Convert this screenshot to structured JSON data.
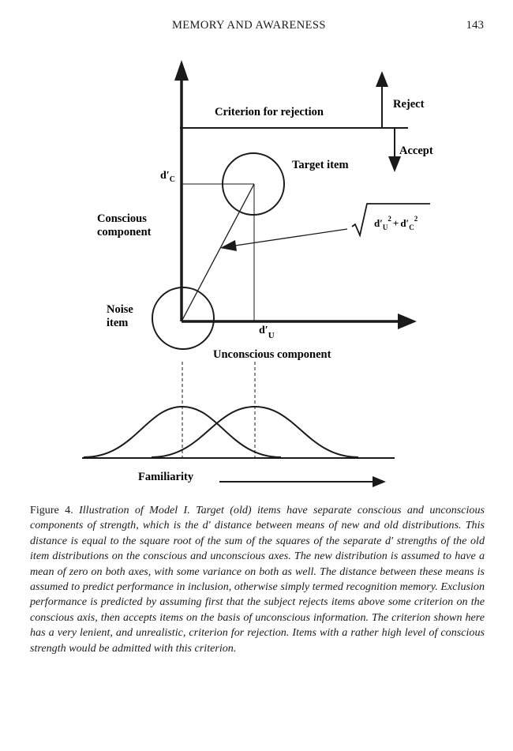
{
  "header": {
    "running_title": "MEMORY AND AWARENESS",
    "page_number": "143"
  },
  "figure": {
    "labels": {
      "criterion": "Criterion for rejection",
      "reject": "Reject",
      "accept": "Accept",
      "target_item": "Target item",
      "conscious_line1": "Conscious",
      "conscious_line2": "component",
      "noise_line1": "Noise",
      "noise_line2": "item",
      "unconscious": "Unconscious component",
      "familiarity": "Familiarity",
      "d_prime": "d′",
      "sub_c": "C",
      "sub_u": "U",
      "sup_2": "2",
      "plus": "+"
    }
  },
  "caption": {
    "label": "Figure 4.",
    "text": "Illustration of Model I. Target (old) items have separate conscious and unconscious components of strength, which is the d′ distance between means of new and old distributions. This distance is equal to the square root of the sum of the squares of the separate d′ strengths of the old item distributions on the conscious and unconscious axes. The new distribution is assumed to have a mean of zero on both axes, with some variance on both as well. The distance between these means is assumed to predict performance in inclusion, otherwise simply termed recognition memory. Exclusion performance is predicted by assuming first that the subject rejects items above some criterion on the conscious axis, then accepts items on the basis of unconscious information. The criterion shown here has a very lenient, and unrealistic, criterion for rejection. Items with a rather high level of conscious strength would be admitted with this criterion."
  }
}
